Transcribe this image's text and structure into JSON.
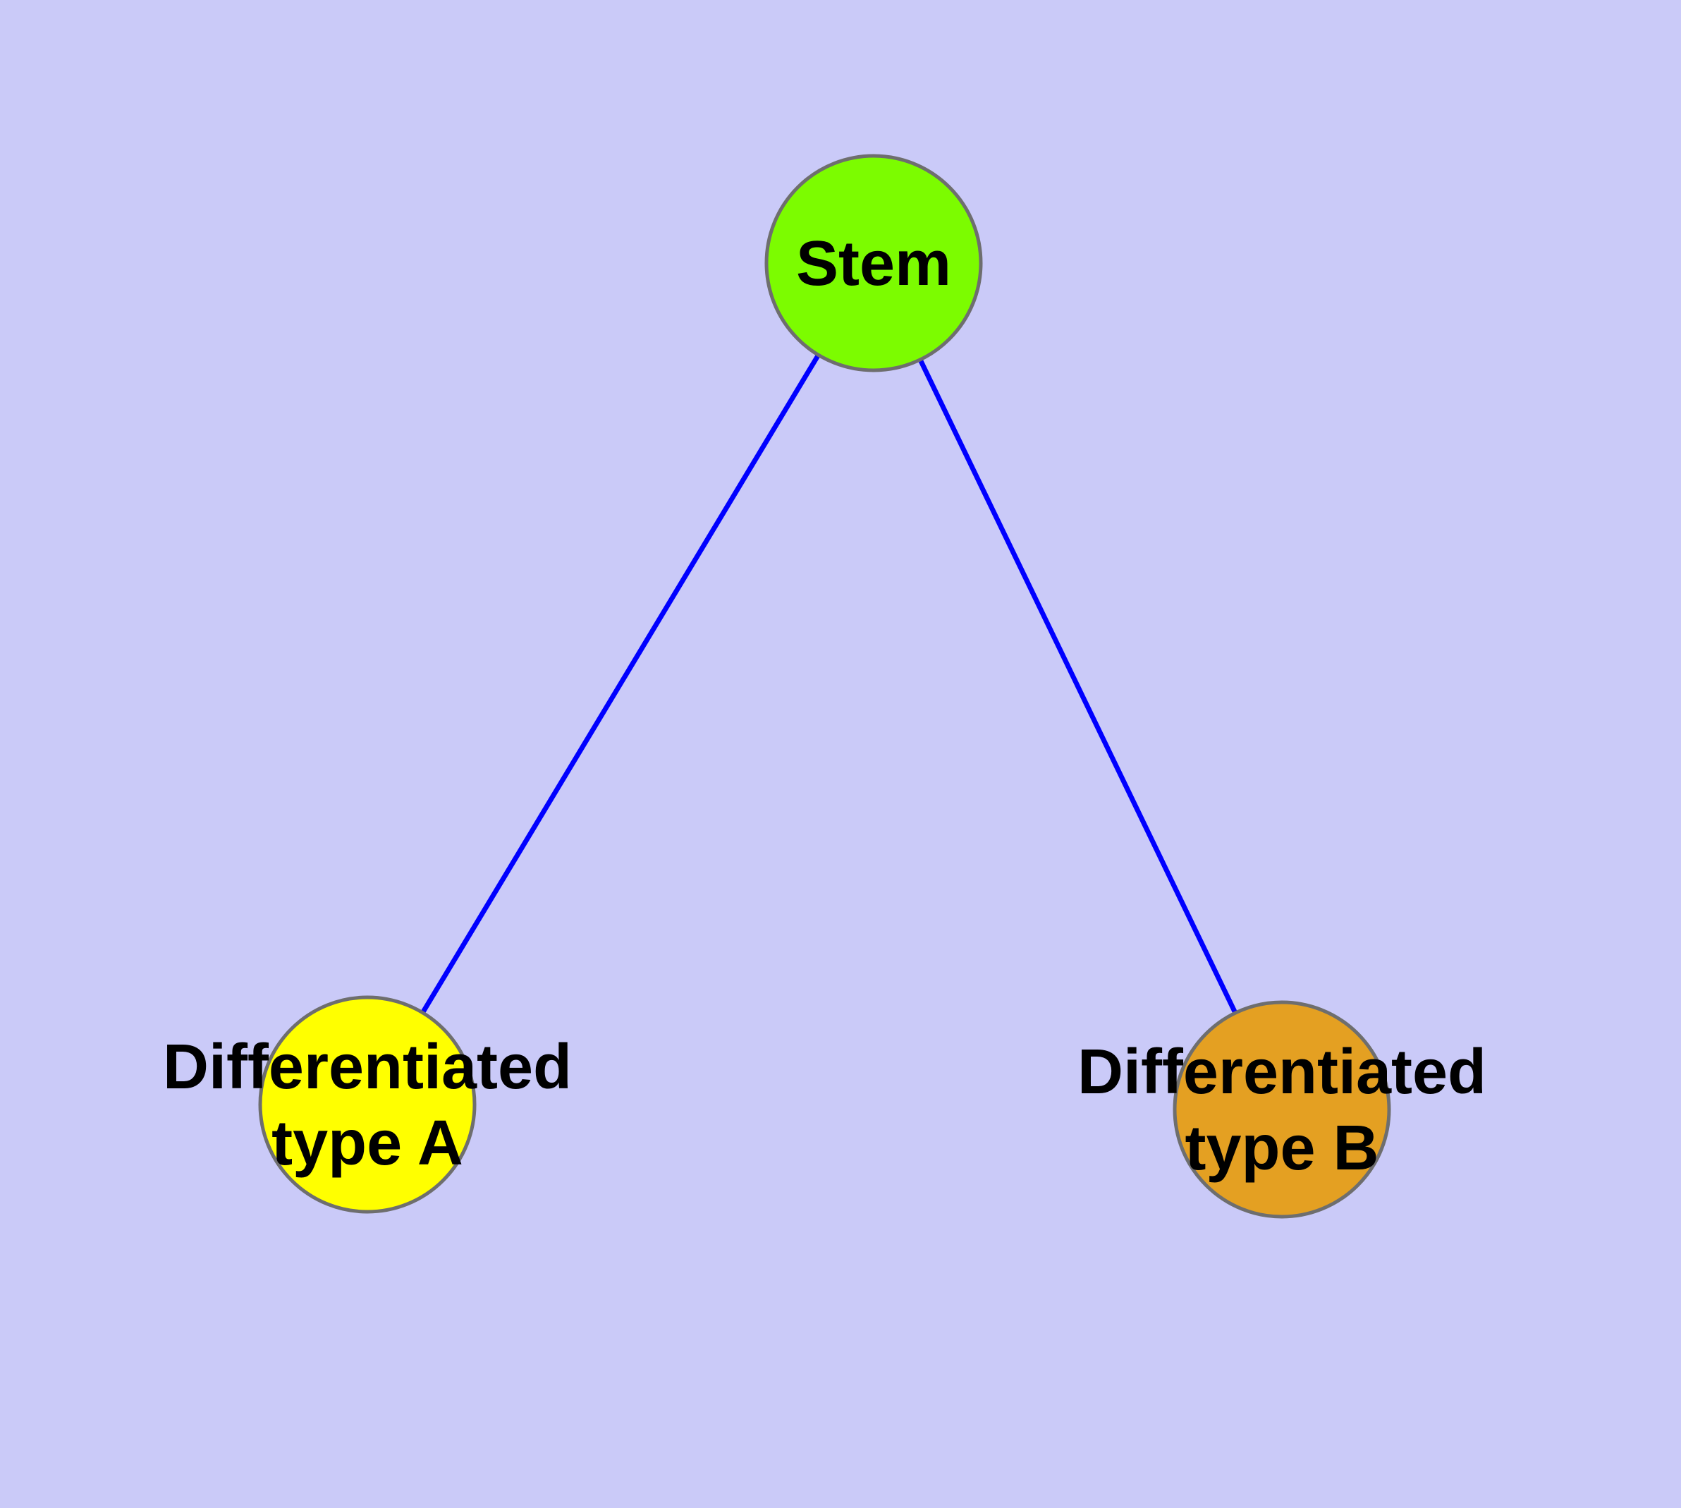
{
  "diagram": {
    "type": "graph",
    "background_color": "#CACAF8",
    "edge_color": "#0000FF",
    "node_border_color": "#6E6E6E",
    "label_color": "#000000",
    "nodes": [
      {
        "id": "stem",
        "label_lines": [
          "Stem"
        ],
        "fill": "#7CFC00"
      },
      {
        "id": "differentiated-type-a",
        "label_lines": [
          "Differentiated",
          "type A"
        ],
        "fill": "#FFFF00"
      },
      {
        "id": "differentiated-type-b",
        "label_lines": [
          "Differentiated",
          "type B"
        ],
        "fill": "#E4A022"
      }
    ],
    "edges": [
      {
        "source": "stem",
        "target": "differentiated-type-a"
      },
      {
        "source": "stem",
        "target": "differentiated-type-b"
      }
    ]
  }
}
